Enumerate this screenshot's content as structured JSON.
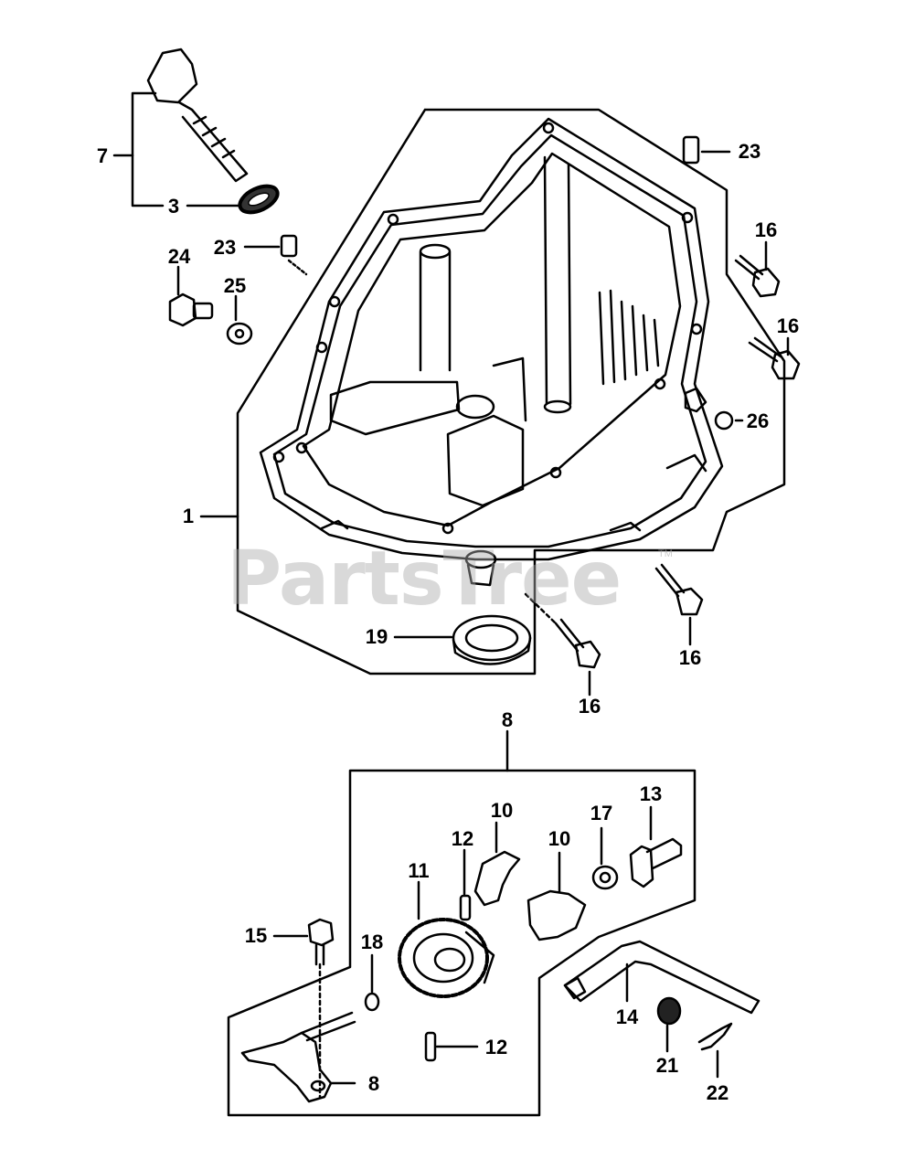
{
  "diagram": {
    "watermark": "PartsTree",
    "watermark_tm": "TM",
    "callouts": [
      {
        "id": "c7",
        "text": "7"
      },
      {
        "id": "c3",
        "text": "3"
      },
      {
        "id": "c23a",
        "text": "23"
      },
      {
        "id": "c23b",
        "text": "23"
      },
      {
        "id": "c24",
        "text": "24"
      },
      {
        "id": "c25",
        "text": "25"
      },
      {
        "id": "c16a",
        "text": "16"
      },
      {
        "id": "c16b",
        "text": "16"
      },
      {
        "id": "c26",
        "text": "26"
      },
      {
        "id": "c1",
        "text": "1"
      },
      {
        "id": "c19",
        "text": "19"
      },
      {
        "id": "c16c",
        "text": "16"
      },
      {
        "id": "c16d",
        "text": "16"
      },
      {
        "id": "c8top",
        "text": "8"
      },
      {
        "id": "c10a",
        "text": "10"
      },
      {
        "id": "c10b",
        "text": "10"
      },
      {
        "id": "c12a",
        "text": "12"
      },
      {
        "id": "c17a",
        "text": "17"
      },
      {
        "id": "c13",
        "text": "13"
      },
      {
        "id": "c11",
        "text": "11"
      },
      {
        "id": "c15",
        "text": "15"
      },
      {
        "id": "c18",
        "text": "18"
      },
      {
        "id": "c12b",
        "text": "12"
      },
      {
        "id": "c8bot",
        "text": "8"
      },
      {
        "id": "c14",
        "text": "14"
      },
      {
        "id": "c21",
        "text": "21"
      },
      {
        "id": "c22",
        "text": "22"
      }
    ]
  }
}
